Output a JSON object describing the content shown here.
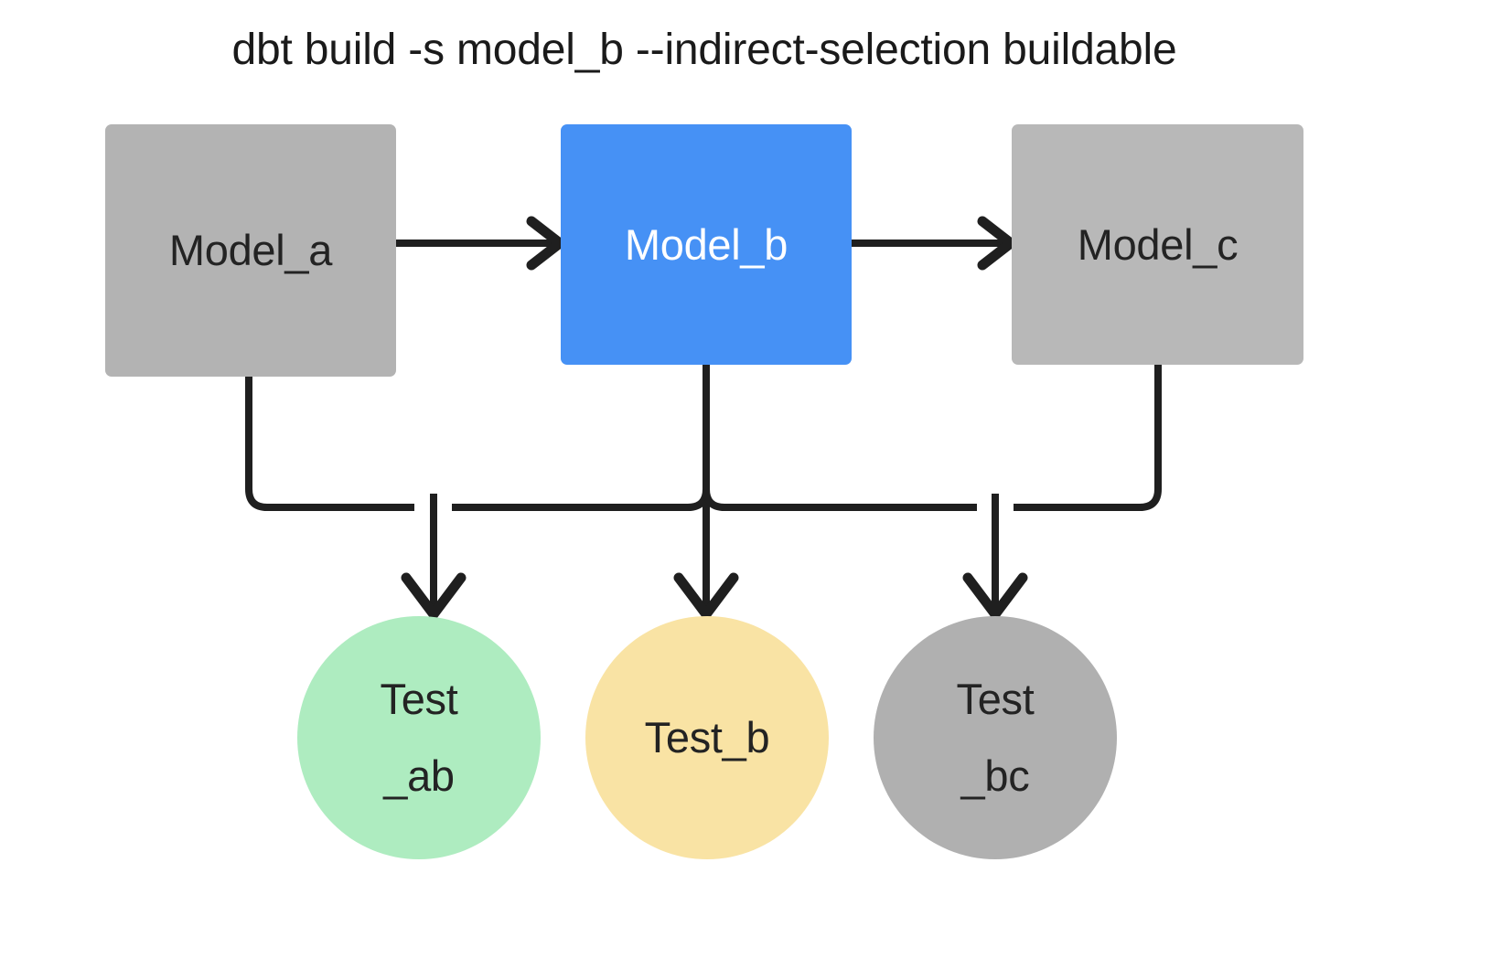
{
  "title": "dbt build -s model_b --indirect-selection buildable",
  "colors": {
    "background": "#ffffff",
    "model_gray": "#b3b3b3",
    "model_selected_blue": "#4691f5",
    "test_green": "#aeecc0",
    "test_yellow": "#f9e3a4",
    "test_gray": "#b0b0b0",
    "edge_black": "#1f1f1f",
    "text_dark": "#232323",
    "text_light": "#ffffff"
  },
  "nodes": {
    "models": [
      {
        "id": "model_a",
        "label": "Model_a",
        "shape": "rectangle",
        "fill": "#b3b3b3",
        "text_color": "#232323",
        "selected": false
      },
      {
        "id": "model_b",
        "label": "Model_b",
        "shape": "rectangle",
        "fill": "#4691f5",
        "text_color": "#ffffff",
        "selected": true
      },
      {
        "id": "model_c",
        "label": "Model_c",
        "shape": "rectangle",
        "fill": "#b8b8b8",
        "text_color": "#232323",
        "selected": false
      }
    ],
    "tests": [
      {
        "id": "test_ab",
        "label_line1": "Test",
        "label_line2": "_ab",
        "shape": "circle",
        "fill": "#aeecc0",
        "text_color": "#232323",
        "state": "selected-buildable"
      },
      {
        "id": "test_b",
        "label_line1": "Test_b",
        "label_line2": "",
        "shape": "circle",
        "fill": "#f9e3a4",
        "text_color": "#232323",
        "state": "selected"
      },
      {
        "id": "test_bc",
        "label_line1": "Test",
        "label_line2": "_bc",
        "shape": "circle",
        "fill": "#b0b0b0",
        "text_color": "#232323",
        "state": "not-selected"
      }
    ]
  },
  "edges": [
    {
      "from": "model_a",
      "to": "model_b",
      "style": "straight-arrow"
    },
    {
      "from": "model_b",
      "to": "model_c",
      "style": "straight-arrow"
    },
    {
      "from": "model_a",
      "to": "test_ab",
      "style": "elbow-arrow"
    },
    {
      "from": "model_b",
      "to": "test_ab",
      "style": "elbow-arrow"
    },
    {
      "from": "model_b",
      "to": "test_b",
      "style": "straight-arrow"
    },
    {
      "from": "model_b",
      "to": "test_bc",
      "style": "elbow-arrow"
    },
    {
      "from": "model_c",
      "to": "test_bc",
      "style": "elbow-arrow"
    }
  ]
}
